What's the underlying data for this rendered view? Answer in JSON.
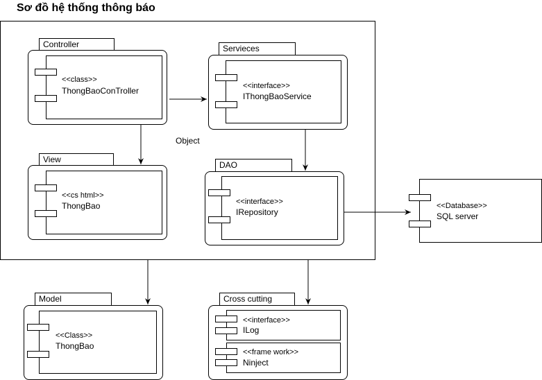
{
  "title": "Sơ đồ hệ thống thông báo",
  "packages": {
    "controller": {
      "tab": "Controller",
      "stereotype": "<<class>>",
      "name": "ThongBaoConTroller"
    },
    "services": {
      "tab": "Servieces",
      "stereotype": "<<interface>>",
      "name": "IThongBaoService"
    },
    "view": {
      "tab": "View",
      "stereotype": "<<cs html>>",
      "name": "ThongBao"
    },
    "dao": {
      "tab": "DAO",
      "stereotype": "<<interface>>",
      "name": "IRepository"
    },
    "model": {
      "tab": "Model",
      "stereotype": "<<Class>>",
      "name": "ThongBao"
    },
    "crosscutting": {
      "tab": "Cross cutting",
      "items": [
        {
          "stereotype": "<<interface>>",
          "name": "ILog"
        },
        {
          "stereotype": "<<frame work>>",
          "name": "Ninject"
        }
      ]
    }
  },
  "database": {
    "stereotype": "<<Database>>",
    "name": "SQL server"
  },
  "object_label": "Object"
}
